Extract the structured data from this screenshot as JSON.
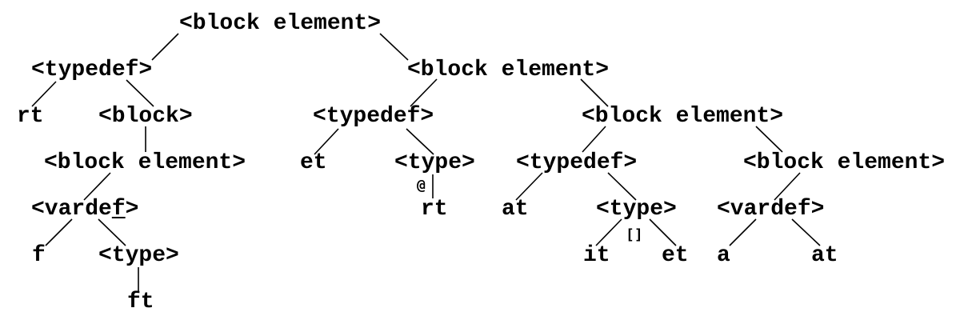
{
  "tree": {
    "n1": "<block element>",
    "n2": "<typedef>",
    "n3": "<block element>",
    "n4": "rt",
    "n5": "<block>",
    "n6": "<typedef>",
    "n7": "<block element>",
    "n8": "<block element>",
    "n9": "et",
    "n10": "<type>",
    "n11": "<typedef>",
    "n12": "<block element>",
    "n13_pre": "<varde",
    "n13_u": "f",
    "n13_post": ">",
    "n14": "rt",
    "n15": "at",
    "n16": "<type>",
    "n17": "<vardef>",
    "n18": "f",
    "n19": "<type>",
    "n20": "it",
    "n21": "et",
    "n22": "a",
    "n23": "at",
    "n24": "ft",
    "edge_label_at": "@",
    "edge_label_array": "[]"
  }
}
